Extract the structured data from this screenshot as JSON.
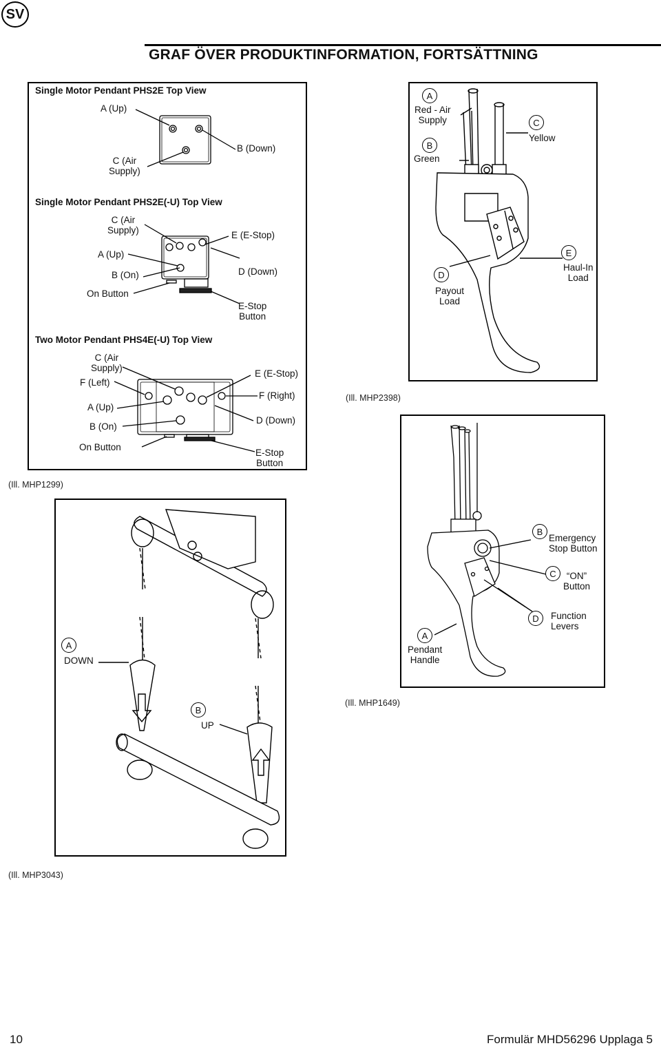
{
  "header": {
    "lang_badge": "SV",
    "title": "GRAF ÖVER PRODUKTINFORMATION, FORTSÄTTNING"
  },
  "fig1": {
    "caption": "(Ill. MHP1299)",
    "phs2e": {
      "heading": "Single Motor Pendant PHS2E Top View",
      "a": "A (Up)",
      "c1": "C (Air",
      "c2": "Supply)",
      "b": "B (Down)"
    },
    "phs2eu": {
      "heading": "Single Motor Pendant PHS2E(-U) Top View",
      "c1": "C (Air",
      "c2": "Supply)",
      "e": "E (E-Stop)",
      "a": "A (Up)",
      "b": "B (On)",
      "d": "D (Down)",
      "on": "On Button",
      "es1": "E-Stop",
      "es2": "Button"
    },
    "phs4eu": {
      "heading": "Two Motor Pendant PHS4E(-U) Top View",
      "c1": "C (Air",
      "c2": "Supply)",
      "f": "F (Left)",
      "e": "E (E-Stop)",
      "fr": "F (Right)",
      "a": "A (Up)",
      "b": "B (On)",
      "d": "D (Down)",
      "on": "On Button",
      "es1": "E-Stop",
      "es2": "Button"
    }
  },
  "fig2": {
    "caption": "(Ill. MHP2398)",
    "a": "A",
    "a1": "Red - Air",
    "a2": "Supply",
    "b": "B",
    "b1": "Green",
    "c": "C",
    "c1": "Yellow",
    "d": "D",
    "d1": "Payout",
    "d2": "Load",
    "e": "E",
    "e1": "Haul-In",
    "e2": "Load"
  },
  "fig3": {
    "caption": "(Ill. MHP1649)",
    "b": "B",
    "b1": "Emergency",
    "b2": "Stop Button",
    "c": "C",
    "c1": "“ON”",
    "c2": "Button",
    "d": "D",
    "d1": "Function",
    "d2": "Levers",
    "a": "A",
    "a1": "Pendant",
    "a2": "Handle"
  },
  "fig4": {
    "caption": "(Ill. MHP3043)",
    "a": "A",
    "a1": "DOWN",
    "b": "B",
    "b1": "UP"
  },
  "footer": {
    "page": "10",
    "form": "Formulär MHD56296 Upplaga 5"
  }
}
